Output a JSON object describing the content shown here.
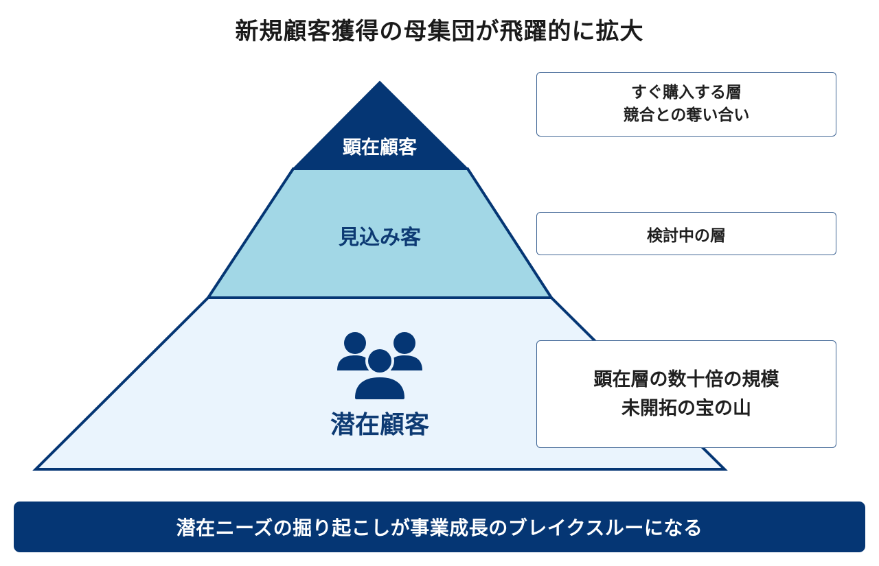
{
  "title": "新規顧客獲得の母集団が飛躍的に拡大",
  "colors": {
    "navy": "#053674",
    "top_layer": "#053674",
    "middle_layer": "#a2d7e6",
    "bottom_layer": "#eaf4fd",
    "box_border": "#3e6494",
    "text_dark": "#1f1f1f",
    "text_white": "#ffffff"
  },
  "pyramid": {
    "layers": [
      {
        "id": "top",
        "label": "顕在顧客"
      },
      {
        "id": "middle",
        "label": "見込み客"
      },
      {
        "id": "bottom",
        "label": "潜在顧客",
        "icon": "people-group-icon"
      }
    ]
  },
  "notes": [
    {
      "lines": [
        "すぐ購入する層",
        "競合との奪い合い"
      ]
    },
    {
      "lines": [
        "検討中の層"
      ]
    },
    {
      "lines": [
        "顕在層の数十倍の規模",
        "未開拓の宝の山"
      ]
    }
  ],
  "banner": {
    "text": "潜在ニーズの掘り起こしが事業成長のブレイクスルーになる"
  }
}
